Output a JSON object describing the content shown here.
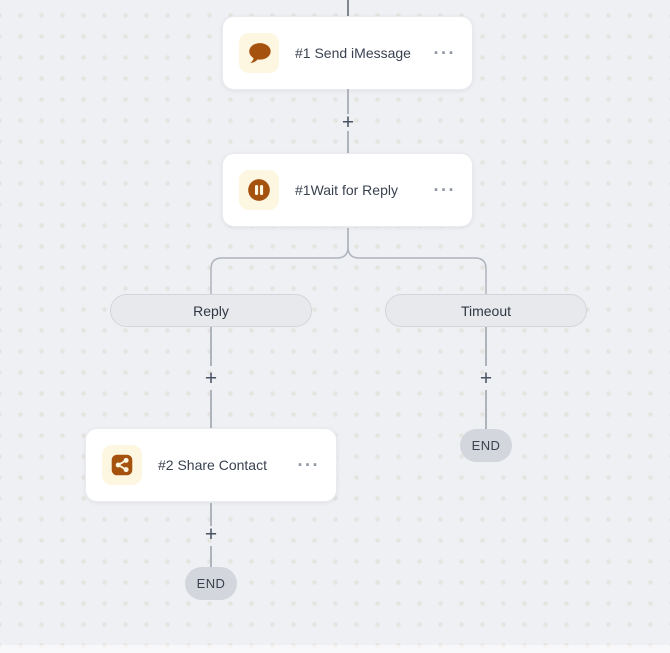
{
  "canvas": {
    "background_color": "#eff0f4",
    "dot_color": "#e6e4e1",
    "connector_color": "#afb3bb",
    "trunk_color": "#828791",
    "accent_orange": "#a5520f",
    "icon_tile_bg": "#fdf6e0"
  },
  "nodes": [
    {
      "label": "#1 Send iMessage",
      "icon": "chat-bubble-icon",
      "menu_glyph": "···"
    },
    {
      "label": "#1Wait for Reply",
      "icon": "pause-icon",
      "menu_glyph": "···"
    },
    {
      "label": "#2 Share Contact",
      "icon": "share-icon",
      "menu_glyph": "···"
    }
  ],
  "branches": [
    {
      "label": "Reply"
    },
    {
      "label": "Timeout"
    }
  ],
  "connectors": {
    "add_label": "+"
  },
  "terminals": [
    {
      "label": "END"
    },
    {
      "label": "END"
    }
  ]
}
